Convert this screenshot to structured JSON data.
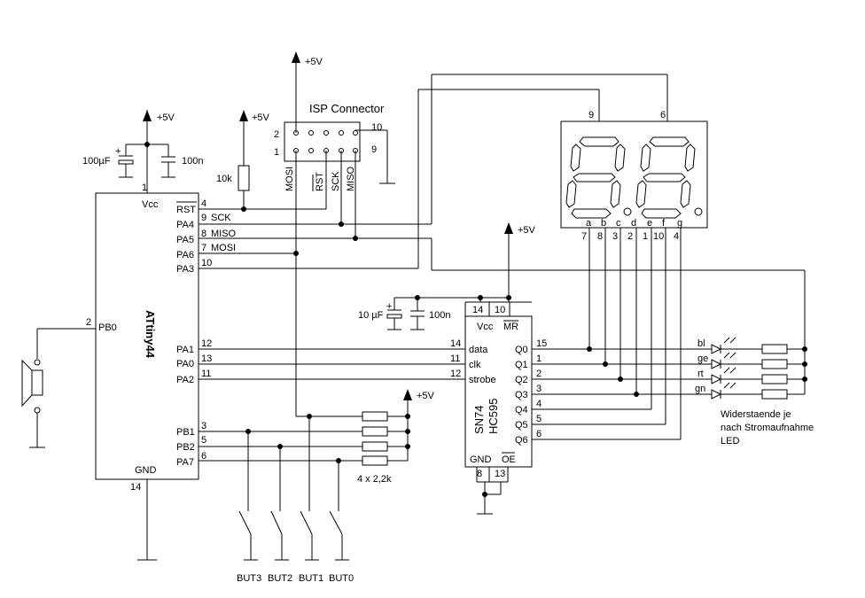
{
  "mcu": {
    "name": "ATtiny44",
    "vcc": "Vcc",
    "gnd": "GND",
    "vcc_pin": "1",
    "gnd_pin": "14",
    "pins_right": [
      {
        "label": "RST",
        "num": "4"
      },
      {
        "label": "PA4",
        "num": "9",
        "signal": "SCK"
      },
      {
        "label": "PA5",
        "num": "8",
        "signal": "MISO"
      },
      {
        "label": "PA6",
        "num": "7",
        "signal": "MOSI"
      },
      {
        "label": "PA3",
        "num": "10"
      },
      {
        "label": "PA1",
        "num": "12"
      },
      {
        "label": "PA0",
        "num": "13"
      },
      {
        "label": "PA2",
        "num": "11"
      },
      {
        "label": "PB1",
        "num": "3"
      },
      {
        "label": "PB2",
        "num": "5"
      },
      {
        "label": "PA7",
        "num": "6"
      }
    ],
    "pin_left": {
      "label": "PB0",
      "num": "2"
    }
  },
  "supply": "+5V",
  "caps_mcu": {
    "c1": "100µF",
    "c2": "100n"
  },
  "caps_sr": {
    "c1": "10 µF",
    "c2": "100n"
  },
  "pullup": "10k",
  "isp": {
    "title": "ISP Connector",
    "pin2": "2",
    "pin1": "1",
    "pin10": "10",
    "pin9": "9",
    "signals": [
      "MOSI",
      "RST",
      "SCK",
      "MISO"
    ]
  },
  "display": {
    "pin_left": "9",
    "pin_right": "6",
    "segments": [
      "a",
      "b",
      "c",
      "d",
      "e",
      "f",
      "g"
    ],
    "pins": [
      "7",
      "8",
      "3",
      "2",
      "1",
      "10",
      "4"
    ]
  },
  "shift_register": {
    "name1": "SN74",
    "name2": "HC595",
    "vcc": "Vcc",
    "mr": "MR",
    "gnd": "GND",
    "oe": "OE",
    "top_pins": [
      "14",
      "10"
    ],
    "bottom_pins": [
      "8",
      "13"
    ],
    "inputs": [
      {
        "label": "data",
        "num": "14"
      },
      {
        "label": "clk",
        "num": "11"
      },
      {
        "label": "strobe",
        "num": "12"
      }
    ],
    "outputs": [
      {
        "label": "Q0",
        "num": "15"
      },
      {
        "label": "Q1",
        "num": "1"
      },
      {
        "label": "Q2",
        "num": "2"
      },
      {
        "label": "Q3",
        "num": "3"
      },
      {
        "label": "Q4",
        "num": "4"
      },
      {
        "label": "Q5",
        "num": "5"
      },
      {
        "label": "Q6",
        "num": "6"
      }
    ]
  },
  "leds": [
    "bl",
    "ge",
    "rt",
    "gn"
  ],
  "led_note": [
    "Widerstaende je",
    "nach Stromaufnahme",
    "LED"
  ],
  "resistors_buttons": "4 x 2,2k",
  "buttons": [
    "BUT3",
    "BUT2",
    "BUT1",
    "BUT0"
  ],
  "colors": {
    "line": "#000000",
    "background": "#ffffff"
  }
}
